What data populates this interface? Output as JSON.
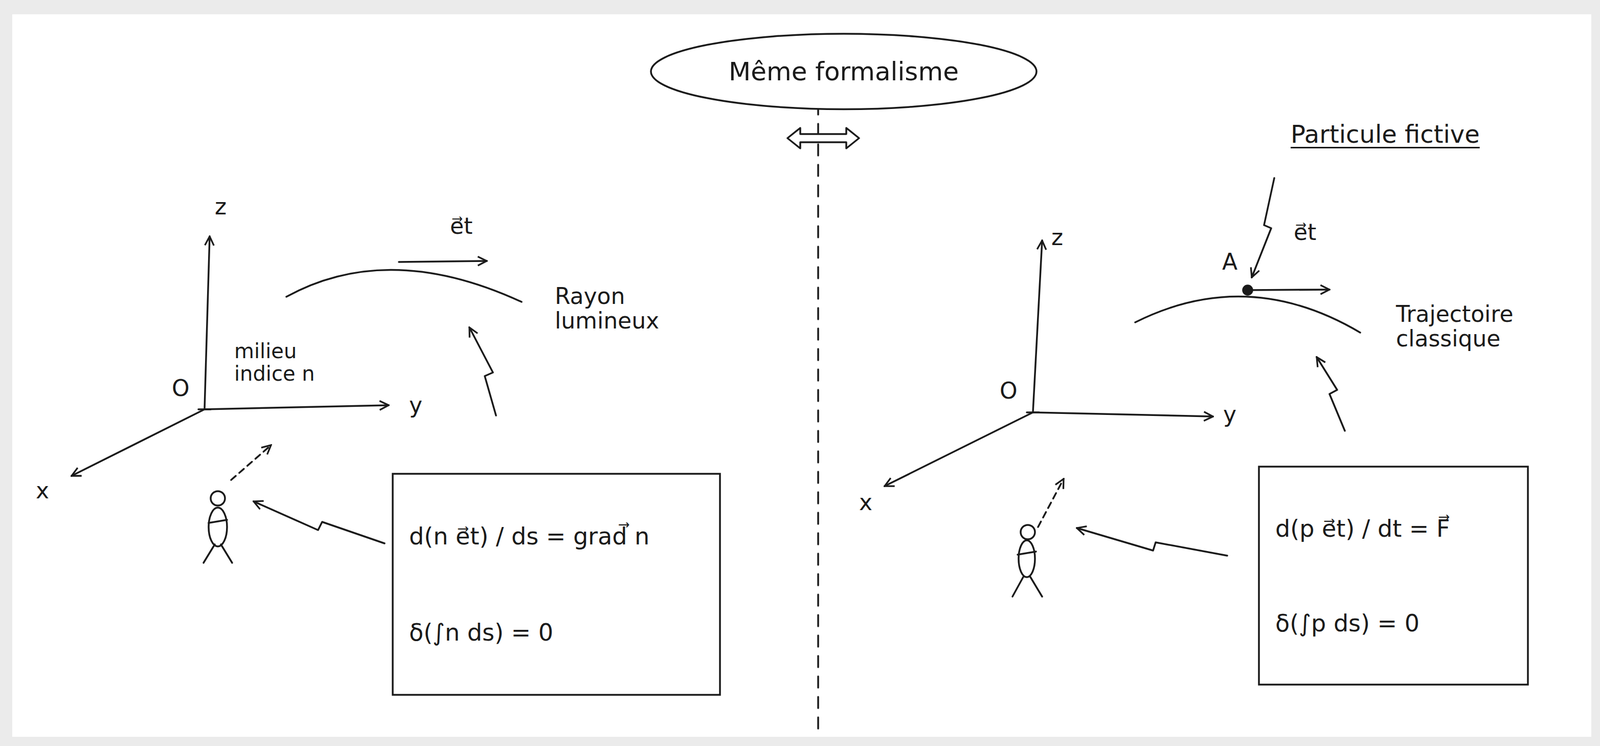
{
  "diagram": {
    "nodes": [
      {
        "text": [
          "Même formalisme"
        ]
      },
      {
        "text": [
          "d(n e⃗t) / ds = grad⃗ n",
          "δ(∫n ds) = 0"
        ]
      },
      {
        "text": [
          "d(p e⃗t) / dt = F⃗",
          "δ(∫p ds) = 0"
        ]
      }
    ],
    "labels": [
      "z",
      "y",
      "x",
      "O",
      "milieu indice n",
      "e⃗t",
      "Rayon lumineux",
      "Particule fictive",
      "z",
      "y",
      "x",
      "O",
      "A",
      "e⃗t",
      "Trajectoire classique"
    ]
  }
}
